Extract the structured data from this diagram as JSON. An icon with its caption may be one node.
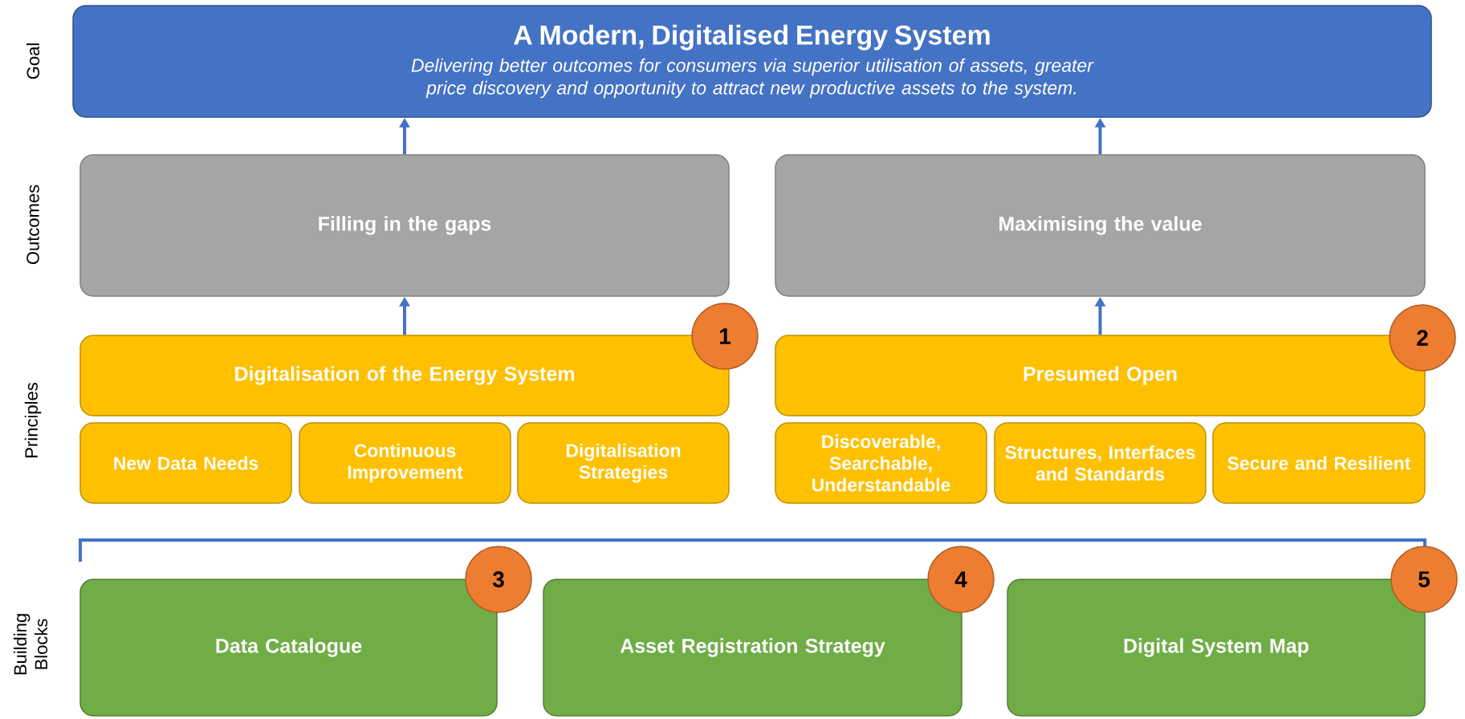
{
  "diagram": {
    "nodes": [
      {
        "text": [
          "A Modern, Digitalised Energy System",
          "Delivering better outcomes for consumers via superior utilisation of assets, greater price discovery and opportunity to attract new productive assets to the system."
        ]
      },
      {
        "text": [
          "Filling in the gaps"
        ]
      },
      {
        "text": [
          "Maximising the value"
        ]
      },
      {
        "text": [
          "1"
        ]
      },
      {
        "text": [
          "Digitalisation of the Energy System"
        ]
      },
      {
        "text": [
          "2"
        ]
      },
      {
        "text": [
          "Presumed Open"
        ]
      },
      {
        "text": [
          "New Data Needs"
        ]
      },
      {
        "text": [
          "Continuous Improvement"
        ]
      },
      {
        "text": [
          "Digitalisation Strategies"
        ]
      },
      {
        "text": [
          "Discoverable, Searchable, Understandable"
        ]
      },
      {
        "text": [
          "Structures, Interfaces and Standards"
        ]
      },
      {
        "text": [
          "Secure and Resilient"
        ]
      },
      {
        "text": [
          "3"
        ]
      },
      {
        "text": [
          "4"
        ]
      },
      {
        "text": [
          "5"
        ]
      },
      {
        "text": [
          "Data Catalogue"
        ]
      },
      {
        "text": [
          "Asset Registration Strategy"
        ]
      },
      {
        "text": [
          "Digital System Map"
        ]
      }
    ],
    "edges": [
      {
        "from": 1,
        "to": 0,
        "arrow": "to"
      },
      {
        "from": 2,
        "to": 0,
        "arrow": "to"
      },
      {
        "from": 4,
        "to": 1,
        "arrow": "to"
      },
      {
        "from": 6,
        "to": 2,
        "arrow": "to"
      }
    ],
    "labels": [
      "Goal",
      "Outcomes",
      "Principles",
      "Building Blocks"
    ]
  }
}
